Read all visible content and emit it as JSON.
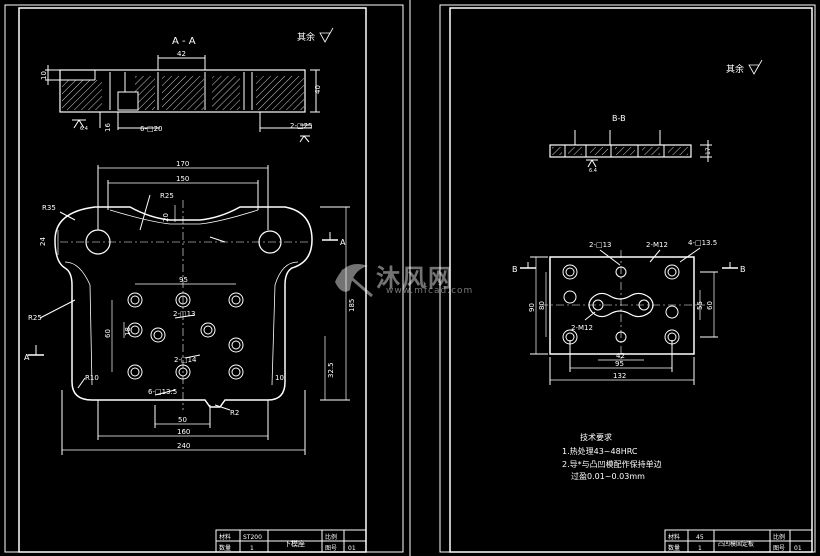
{
  "left_sheet": {
    "section_title": "A - A",
    "roughness_note": "其余",
    "section_dims": {
      "w42": "42",
      "h40": "40",
      "h10": "10",
      "h16": "16",
      "d20": "6-□20",
      "d25": "2-□25",
      "r": "6.4"
    },
    "dims": {
      "w170": "170",
      "w150": "150",
      "r25a": "R25",
      "r35": "R35",
      "h20": "20",
      "h24": "24",
      "r25b": "R25",
      "d95": "95",
      "d13a": "2-□13",
      "d14": "2-□14",
      "d13b": "6-□13.5",
      "h60": "60",
      "h18": "18",
      "h185": "185",
      "h32": "32.5",
      "r10a": "R10",
      "r10b": "10",
      "r2": "R2",
      "w50": "50",
      "w160": "160",
      "w240": "240",
      "arrow_a": "A",
      "arrow_a2": "A"
    },
    "title_block": {
      "cell1": "材料",
      "cell2": "ST200",
      "cell3": "下模座",
      "cell4": "比例",
      "cell5": "数量",
      "cell6": "1",
      "cell7": "图号",
      "cell8": "01"
    }
  },
  "right_sheet": {
    "section_title": "B-B",
    "roughness_note": "其余",
    "dims": {
      "d13": "2-□13",
      "m12": "2-M12",
      "d135": "4-□13.5",
      "h90": "90",
      "h80": "80",
      "h60": "60",
      "h55": "55",
      "m12b": "2-M12",
      "w42": "42",
      "w95": "95",
      "w132": "132",
      "arrow_b": "B",
      "arrow_b2": "B",
      "h17": "17",
      "r": "6.4"
    },
    "tech_title": "技术要求",
    "tech_lines": [
      "1.热处理43~48HRC",
      "2.导*与凸凹模配作保持单边",
      "过盈0.01~0.03mm"
    ],
    "title_block": {
      "cell1": "材料",
      "cell2": "45",
      "cell3": "凸凹模固定板",
      "cell4": "比例",
      "cell5": "数量",
      "cell6": "1",
      "cell7": "图号",
      "cell8": "01"
    }
  },
  "watermark": {
    "text": "沐风网",
    "url": "www.mfcad.com"
  },
  "colors": {
    "background": "#000000",
    "line": "#ffffff",
    "dim": "#ffffff"
  }
}
